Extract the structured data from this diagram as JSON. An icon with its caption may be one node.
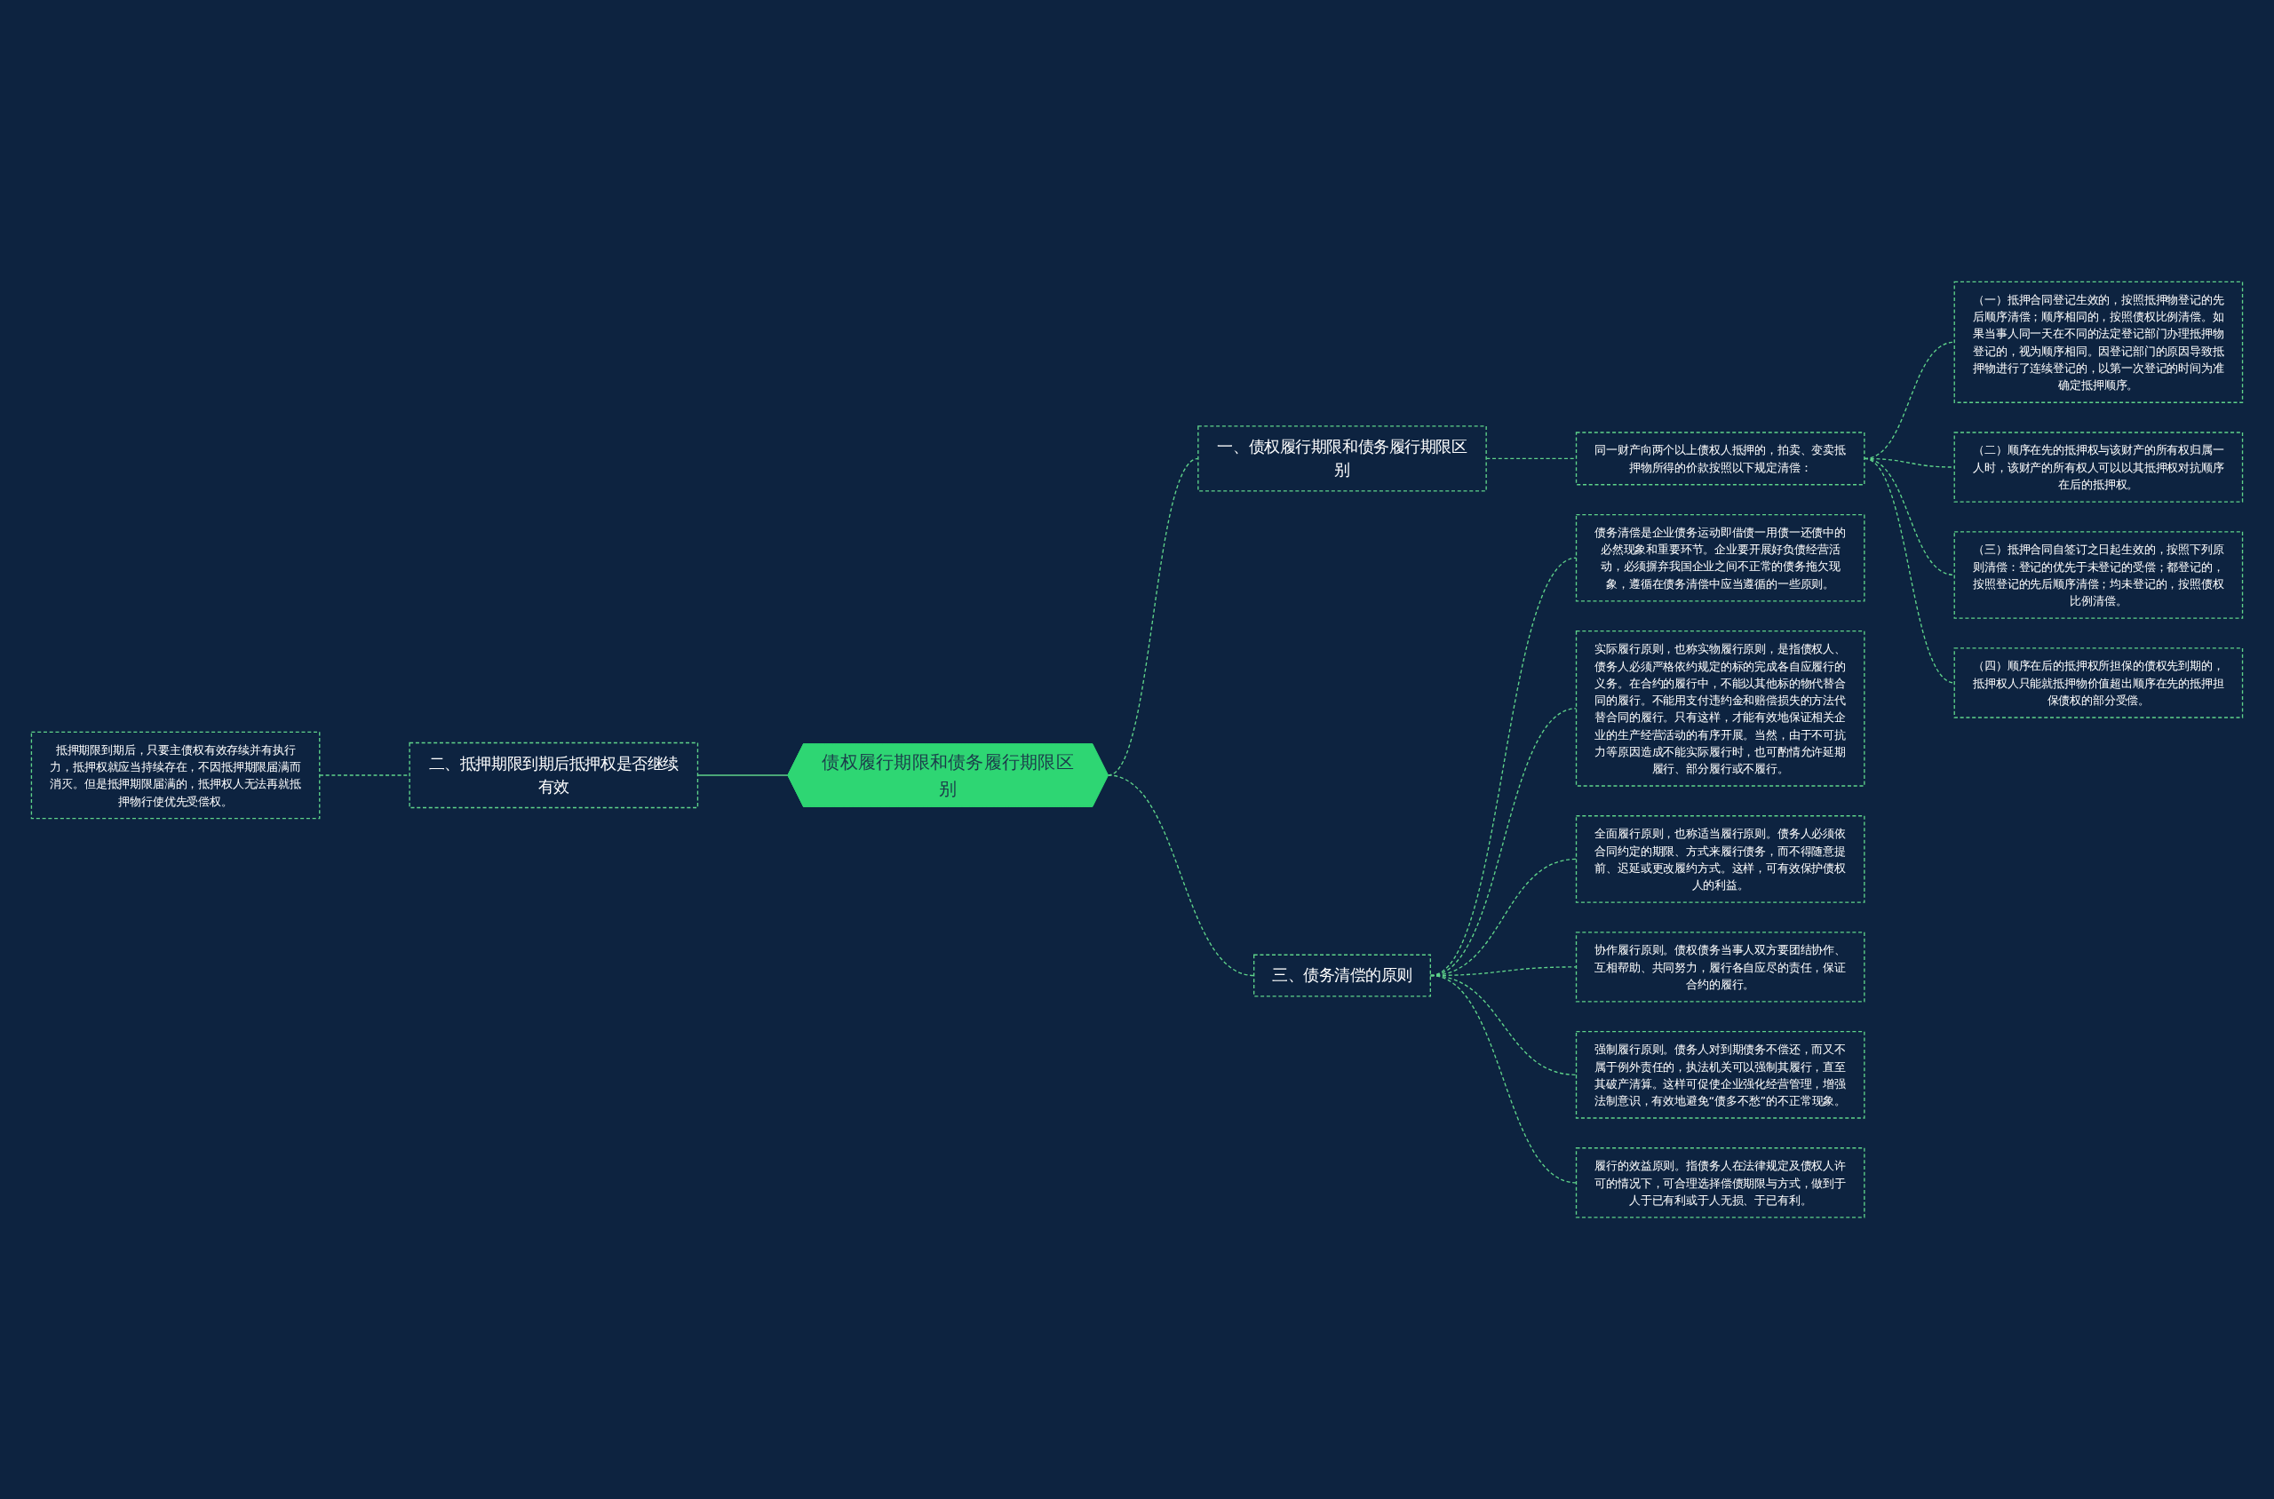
{
  "diagram": {
    "nodes": [
      {
        "text": [
          "债权履行期限和债务履行期限区别"
        ]
      },
      {
        "text": [
          "一、债权履行期限和债务履行期限区别"
        ]
      },
      {
        "text": [
          "同一财产向两个以上债权人抵押的，拍卖、变卖抵押物所得的价款按照以下规定清偿："
        ]
      },
      {
        "text": [
          "（一）抵押合同登记生效的，按照抵押物登记的先后顺序清偿；顺序相同的，按照债权比例清偿。如果当事人同一天在不同的法定登记部门办理抵押物登记的，视为顺序相同。因登记部门的原因导致抵押物进行了连续登记的，以第一次登记的时间为准确定抵押顺序。"
        ]
      },
      {
        "text": [
          "（二）顺序在先的抵押权与该财产的所有权归属一人时，该财产的所有权人可以以其抵押权对抗顺序在后的抵押权。"
        ]
      },
      {
        "text": [
          "（三）抵押合同自签订之日起生效的，按照下列原则清偿：登记的优先于未登记的受偿；都登记的，按照登记的先后顺序清偿；均未登记的，按照债权比例清偿。"
        ]
      },
      {
        "text": [
          "（四）顺序在后的抵押权所担保的债权先到期的，抵押权人只能就抵押物价值超出顺序在先的抵押担保债权的部分受偿。"
        ]
      },
      {
        "text": [
          "抵押期限到期后，只要主债权有效存续并有执行力，抵押权就应当持续存在，不因抵押期限届满而消灭。但是抵押期限届满的，抵押权人无法再就抵押物行使优先受偿权。"
        ]
      },
      {
        "text": [
          "二、抵押期限到期后抵押权是否继续有效"
        ]
      },
      {
        "text": [
          "三、债务清偿的原则"
        ]
      },
      {
        "text": [
          "债务清偿是企业债务运动即借债一用债一还债中的必然现象和重要环节。企业要开展好负债经营活动，必须摒弃我国企业之间不正常的债务拖欠现象，遵循在债务清偿中应当遵循的一些原则。"
        ]
      },
      {
        "text": [
          "实际履行原则，也称实物履行原则，是指债权人、债务人必须严格依约规定的标的完成各自应履行的义务。在合约的履行中，不能以其他标的物代替合同的履行。不能用支付违约金和赔偿损失的方法代替合同的履行。只有这样，才能有效地保证相关企业的生产经营活动的有序开展。当然，由于不可抗力等原因造成不能实际履行时，也可酌情允许延期履行、部分履行或不履行。"
        ]
      },
      {
        "text": [
          "全面履行原则，也称适当履行原则。债务人必须依合同约定的期限、方式来履行债务，而不得随意提前、迟延或更改履约方式。这样，可有效保护债权人的利益。"
        ]
      },
      {
        "text": [
          "协作履行原则。债权债务当事人双方要团结协作、互相帮助、共同努力，履行各自应尽的责任，保证合约的履行。"
        ]
      },
      {
        "text": [
          "强制履行原则。债务人对到期债务不偿还，而又不属于例外责任的，执法机关可以强制其履行，直至其破产清算。这样可促使企业强化经营管理，增强法制意识，有效地避免“债多不愁”的不正常现象。"
        ]
      },
      {
        "text": [
          "履行的效益原则。指债务人在法律规定及债权人许可的情况下，可合理选择偿债期限与方式，做到于人于已有利或于人无损、于已有利。"
        ]
      }
    ],
    "edges": [
      {
        "from": 0,
        "to": 1,
        "arrow": "none",
        "style": "dashed"
      },
      {
        "from": 1,
        "to": 2,
        "arrow": "none",
        "style": "dashed"
      },
      {
        "from": 2,
        "to": 3,
        "arrow": "none",
        "style": "dashed"
      },
      {
        "from": 2,
        "to": 4,
        "arrow": "none",
        "style": "dashed"
      },
      {
        "from": 2,
        "to": 5,
        "arrow": "none",
        "style": "dashed"
      },
      {
        "from": 2,
        "to": 6,
        "arrow": "none",
        "style": "dashed"
      },
      {
        "from": 7,
        "to": 8,
        "arrow": "none",
        "style": "dashed"
      },
      {
        "from": 8,
        "to": 0,
        "arrow": "none"
      },
      {
        "from": 0,
        "to": 9,
        "arrow": "none",
        "style": "dashed"
      },
      {
        "from": 9,
        "to": 10,
        "arrow": "none",
        "style": "dashed"
      },
      {
        "from": 9,
        "to": 11,
        "arrow": "none",
        "style": "dashed"
      },
      {
        "from": 9,
        "to": 12,
        "arrow": "none",
        "style": "dashed"
      },
      {
        "from": 9,
        "to": 13,
        "arrow": "none",
        "style": "dashed"
      },
      {
        "from": 9,
        "to": 14,
        "arrow": "none",
        "style": "dashed"
      },
      {
        "from": 9,
        "to": 15,
        "arrow": "none",
        "style": "dashed"
      }
    ]
  }
}
